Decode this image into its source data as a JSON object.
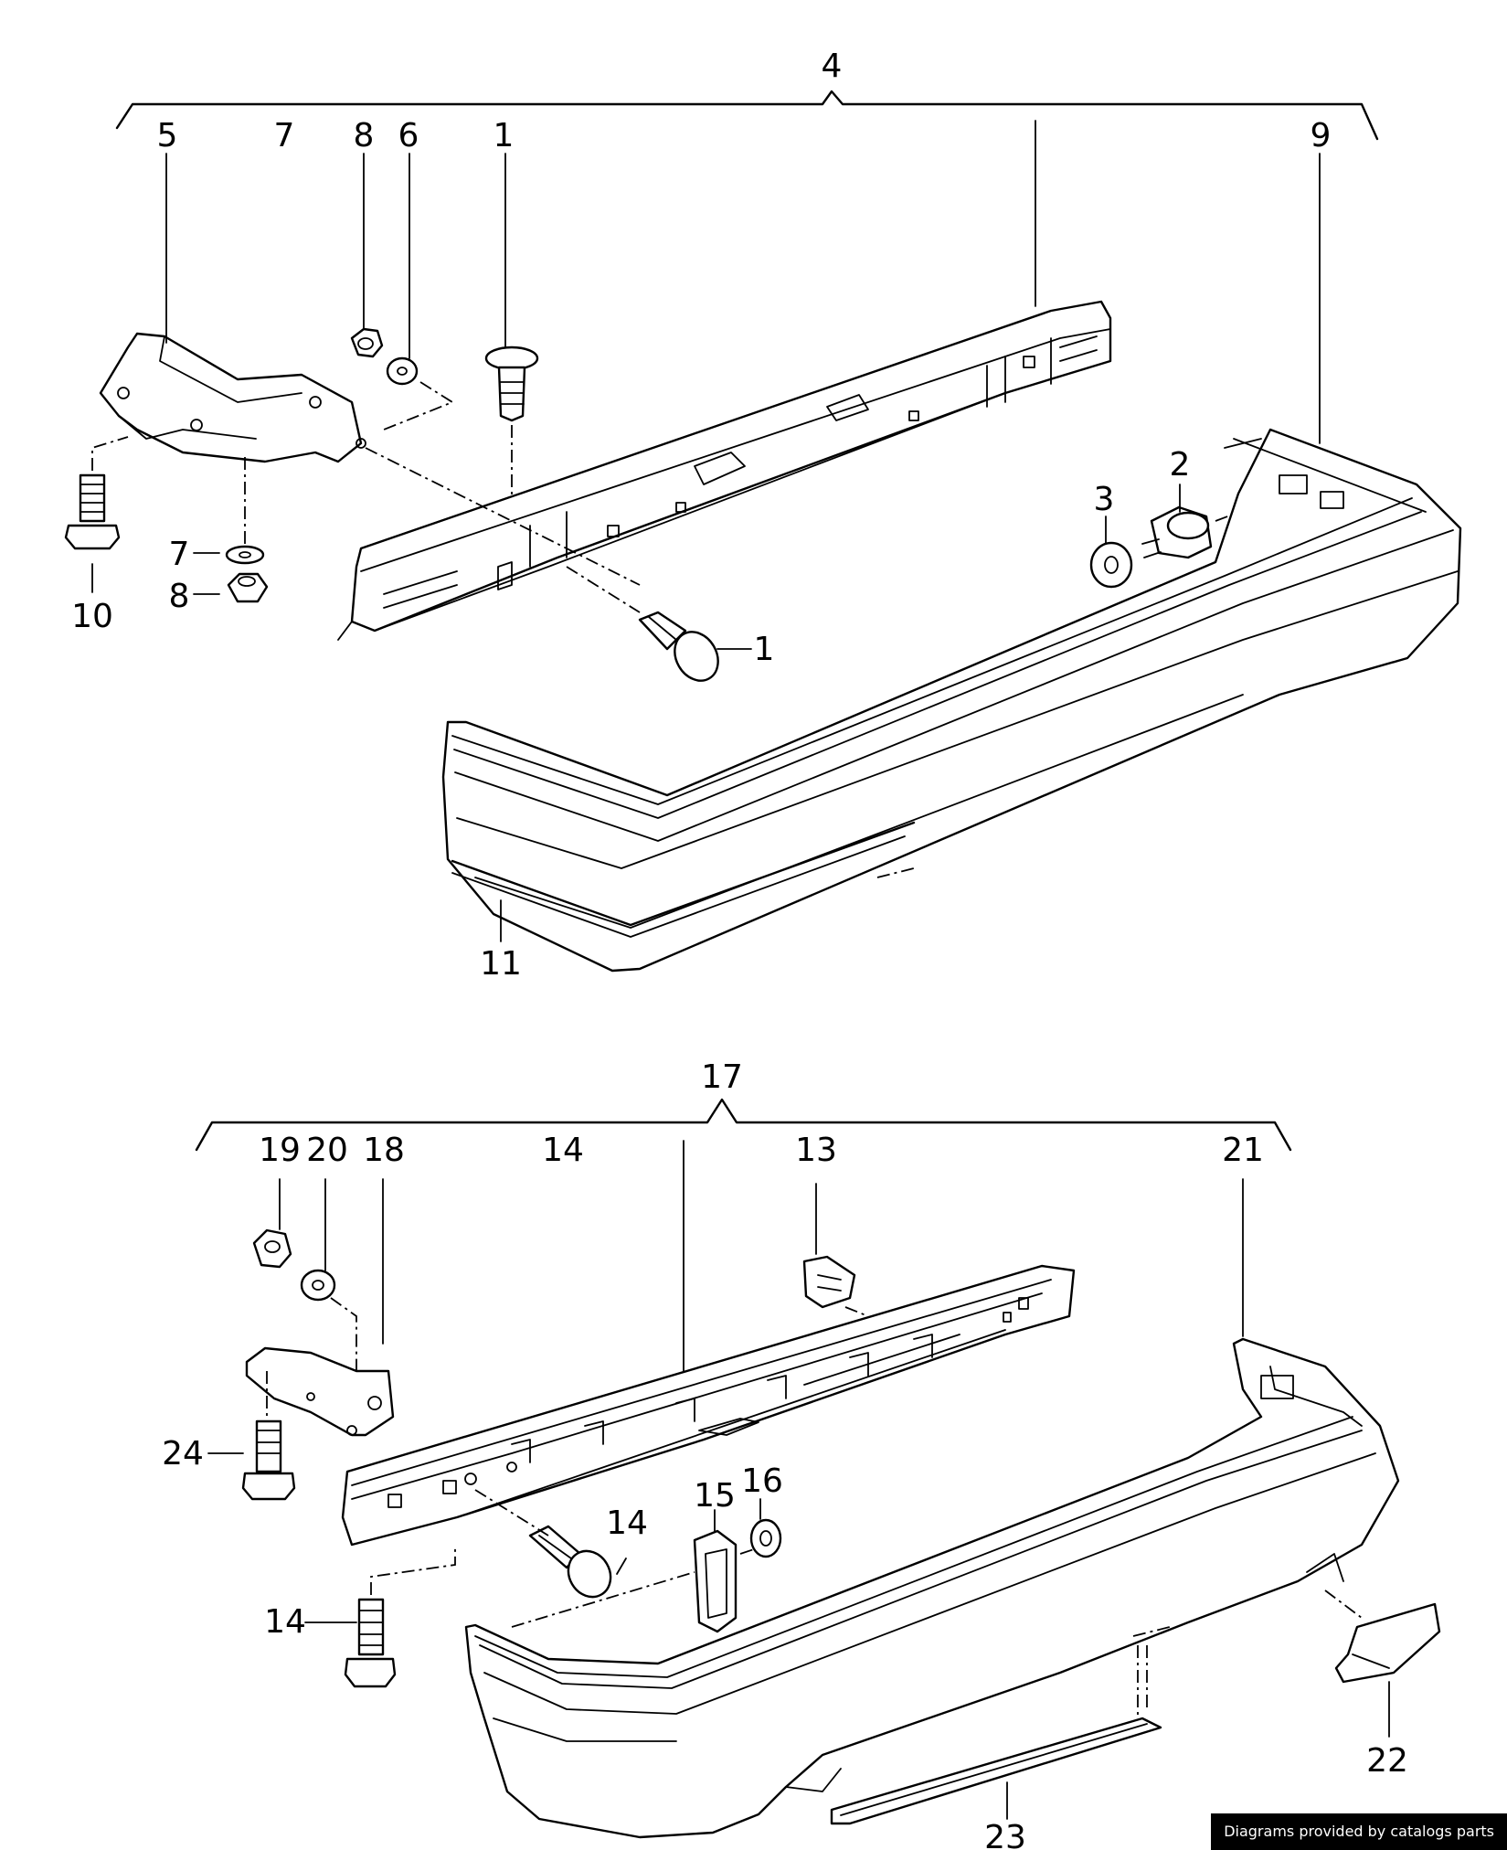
{
  "labels": {
    "p1": "1",
    "p2": "2",
    "p3": "3",
    "p4": "4",
    "p5": "5",
    "p6": "6",
    "p7": "7",
    "p8": "8",
    "p9": "9",
    "p10": "10",
    "p11": "11",
    "p13": "13",
    "p14": "14",
    "p15": "15",
    "p16": "16",
    "p17": "17",
    "p18": "18",
    "p19": "19",
    "p20": "20",
    "p21": "21",
    "p22": "22",
    "p23": "23",
    "p24": "24"
  },
  "credit": "Diagrams provided by catalogs parts"
}
